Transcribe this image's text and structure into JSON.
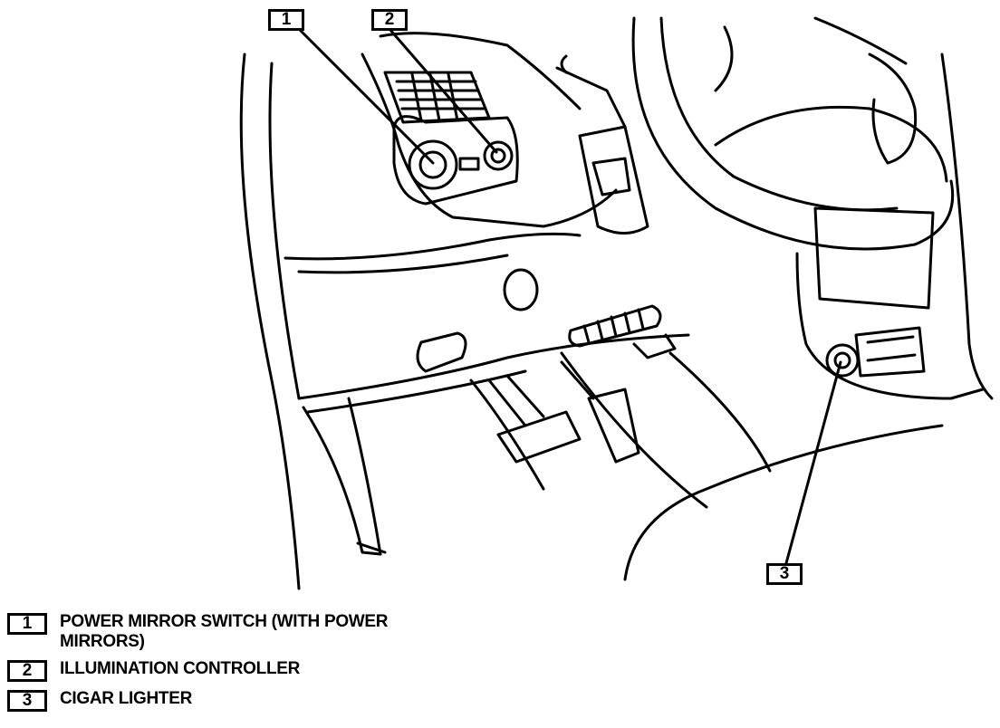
{
  "callouts": [
    {
      "number": "1",
      "label": "POWER MIRROR SWITCH (WITH POWER MIRRORS)"
    },
    {
      "number": "2",
      "label": "ILLUMINATION CONTROLLER"
    },
    {
      "number": "3",
      "label": "CIGAR LIGHTER"
    }
  ]
}
